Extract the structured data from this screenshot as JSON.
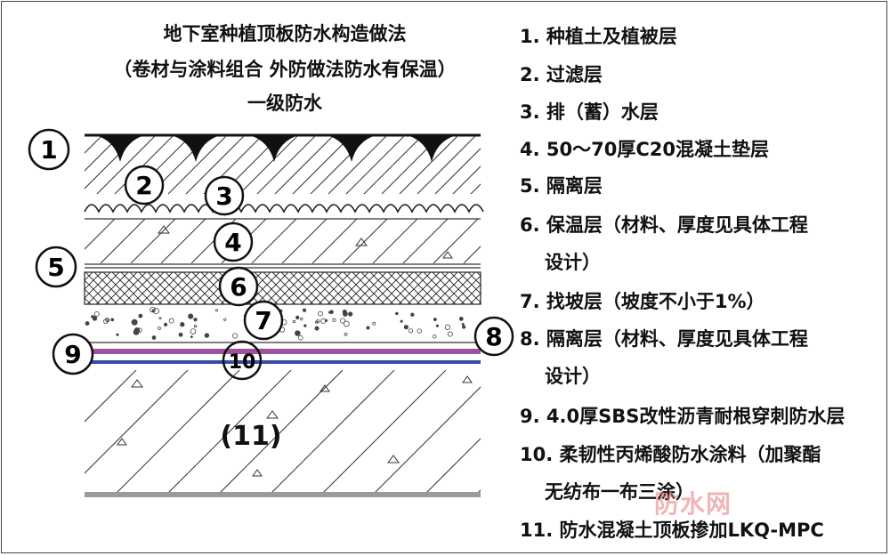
{
  "title": {
    "line1": "地下室种植顶板防水构造做法",
    "line2": "（卷材与涂料组合 外防做法防水有保温）",
    "line3": "一级防水"
  },
  "callouts": [
    "1",
    "2",
    "3",
    "4",
    "5",
    "6",
    "7",
    "8",
    "9",
    "10",
    "(11)"
  ],
  "legend": [
    {
      "text": "1. 种植土及植被层"
    },
    {
      "text": "2. 过滤层"
    },
    {
      "text": "3. 排（蓄）水层"
    },
    {
      "text": "4. 50～70厚C20混凝土垫层"
    },
    {
      "text": "5. 隔离层"
    },
    {
      "text": "6. 保温层（材料、厚度见具体工程",
      "cont": "设计）"
    },
    {
      "text": "7. 找坡层（坡度不小于1%）"
    },
    {
      "text": "8. 隔离层（材料、厚度见具体工程",
      "cont": "设计）"
    },
    {
      "text": "9. 4.0厚SBS改性沥青耐根穿刺防水层"
    },
    {
      "text": "10. 柔韧性丙烯酸防水涂料（加聚酯",
      "cont": "无纺布一布三涂）"
    },
    {
      "text": "11. 防水混凝土顶板掺加LKQ-MPC"
    }
  ],
  "watermark": "防水网",
  "colors": {
    "sbs_layer": "#a0509c",
    "coating_layer": "#3b4aa8",
    "watermark": "#e07878"
  }
}
